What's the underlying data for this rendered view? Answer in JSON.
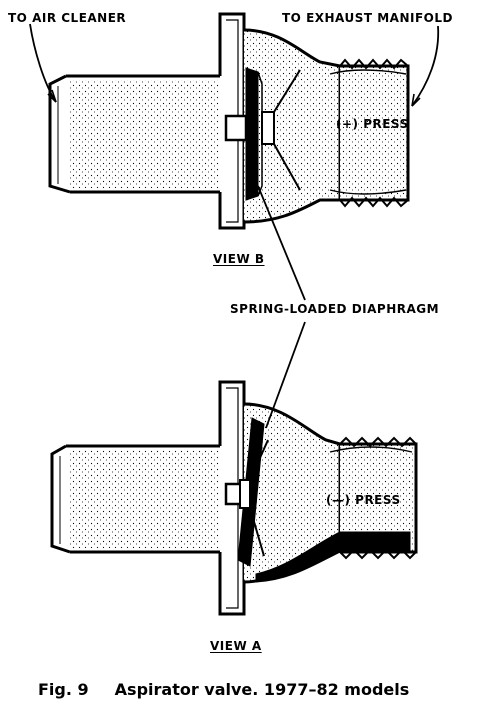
{
  "labels": {
    "air_cleaner": "TO AIR CLEANER",
    "exhaust_manifold": "TO EXHAUST MANIFOLD",
    "diaphragm": "SPRING-LOADED DIAPHRAGM",
    "press_positive": "(+) PRESS",
    "press_negative": "(—) PRESS",
    "view_b": "VIEW B",
    "view_a": "VIEW A"
  },
  "caption": {
    "fig_number": "Fig. 9",
    "text": "Aspirator valve. 1977–82 models"
  }
}
